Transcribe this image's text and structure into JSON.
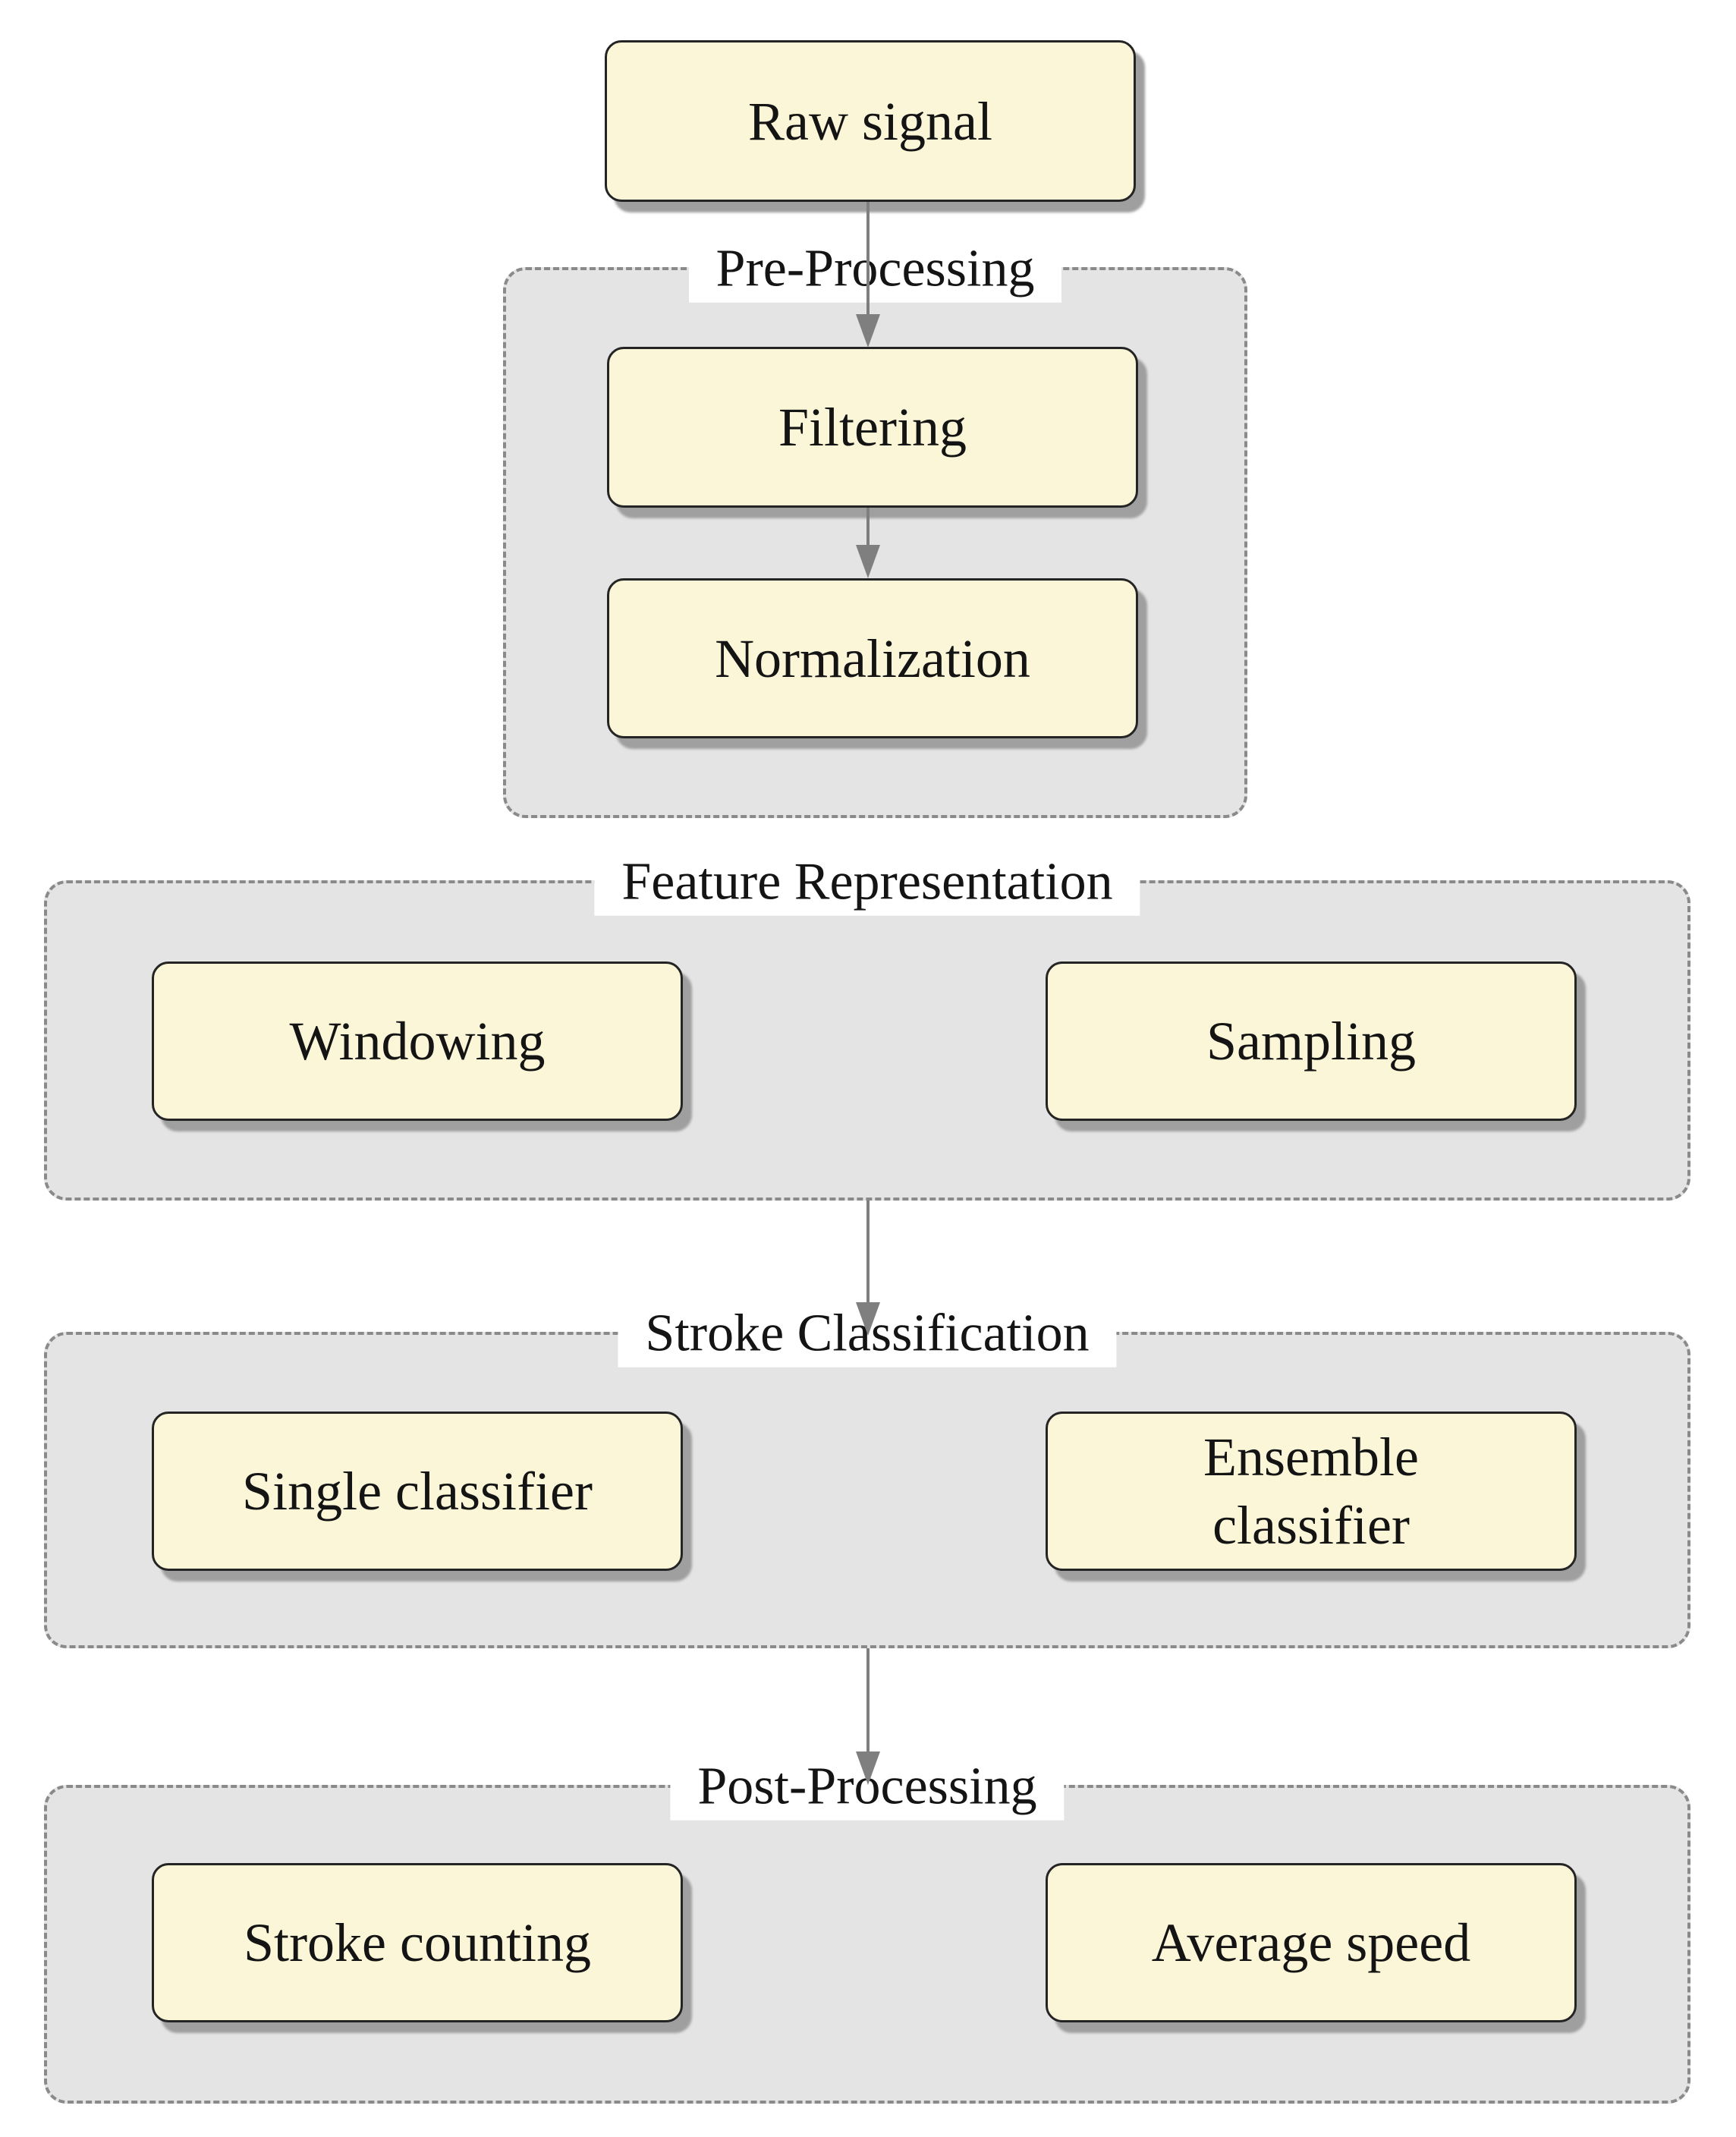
{
  "sections": {
    "pre_processing": "Pre-Processing",
    "feature_representation": "Feature Representation",
    "stroke_classification": "Stroke Classification",
    "post_processing": "Post-Processing"
  },
  "nodes": {
    "raw_signal": "Raw signal",
    "filtering": "Filtering",
    "normalization": "Normalization",
    "windowing": "Windowing",
    "sampling": "Sampling",
    "single_classifier": "Single classifier",
    "ensemble_line1": "Ensemble",
    "ensemble_line2": "classifier",
    "stroke_counting": "Stroke counting",
    "average_speed": "Average speed"
  },
  "edges": [
    {
      "from": "raw_signal",
      "to": "filtering"
    },
    {
      "from": "filtering",
      "to": "normalization"
    },
    {
      "from": "feature_representation",
      "to": "stroke_classification"
    },
    {
      "from": "stroke_classification",
      "to": "post_processing"
    }
  ],
  "colors": {
    "node_fill": "#FBF6D8",
    "node_border": "#242424",
    "container_fill": "#E4E4E4",
    "container_border": "#8A8A8A",
    "label_background": "#FFFFFF",
    "arrow": "#7F7F7F",
    "shadow": "#9F9F9F",
    "text": "#141414"
  }
}
